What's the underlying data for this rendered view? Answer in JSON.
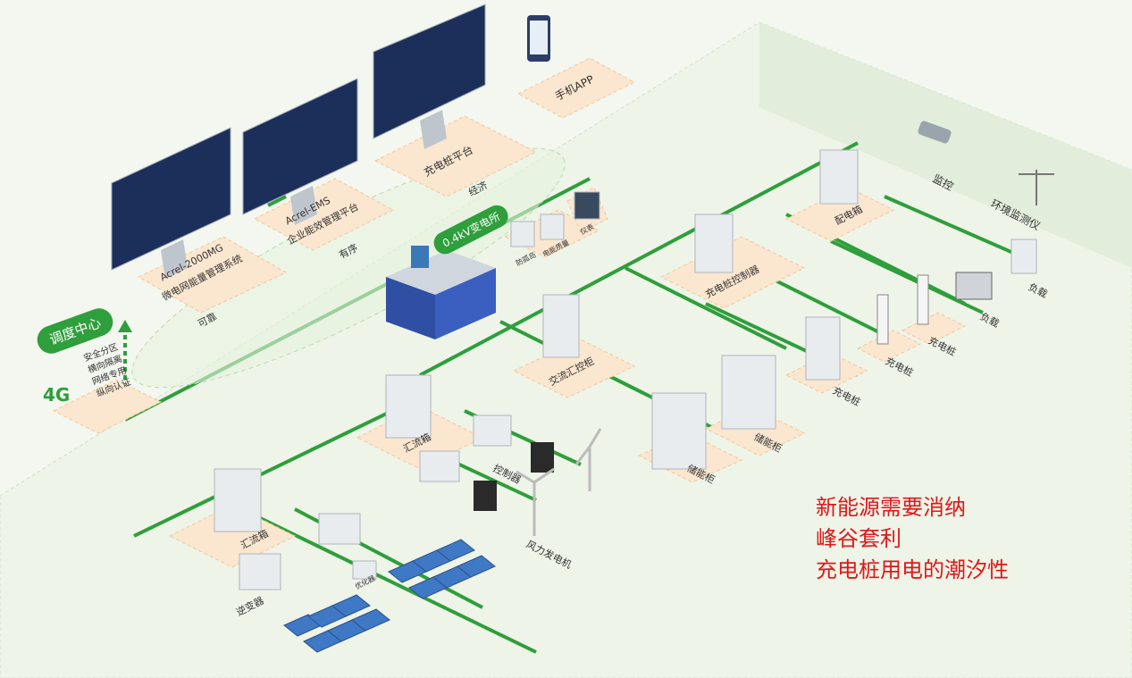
{
  "dispatch_center": "调度中心",
  "security_items": [
    "安全分区",
    "横向隔离",
    "网络专用",
    "纵向认证"
  ],
  "network": "4G",
  "systems": {
    "microgrid": [
      "Acrel-2000MG",
      "微电网能量管理系统"
    ],
    "ems": [
      "Acrel-EMS",
      "企业能效管理平台"
    ],
    "charging_platform": "充电桩平台",
    "mobile_app": "手机APP"
  },
  "flow_labels": [
    "可靠",
    "有序",
    "经济"
  ],
  "substation": "0.4kV变电所",
  "protection_devices": [
    "防孤岛",
    "电能质量",
    "仪表"
  ],
  "ac_cabinet": "交流汇控柜",
  "combiner_box": "汇流箱",
  "inverter": "逆变器",
  "optimizer": "优化器",
  "controller": "控制器",
  "wind_turbine": "风力发电机",
  "storage_cabinet": "储能柜",
  "charger_controller": "充电桩控制器",
  "distribution_box": "配电箱",
  "charging_pile": "充电桩",
  "load": "负载",
  "monitoring": "监控",
  "env_monitor": "环境监测仪",
  "notes": [
    "新能源需要消纳",
    "峰谷套利",
    "充电桩用电的潮汐性"
  ],
  "colors": {
    "green": "#2f9e3c",
    "pad": "#fbe6cf",
    "red": "#e01818",
    "monitor": "#1c2f5a",
    "cabinet": "#e9ecef"
  }
}
